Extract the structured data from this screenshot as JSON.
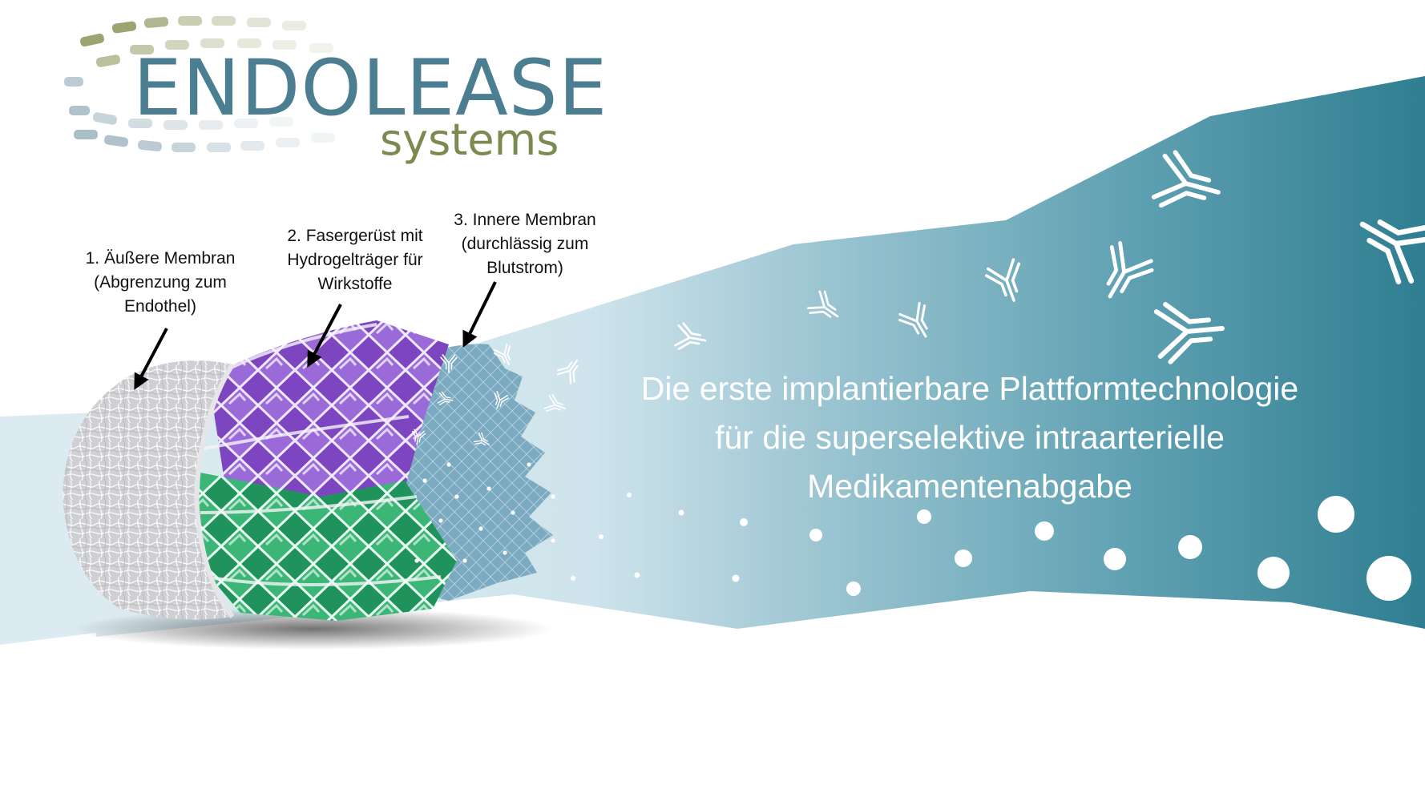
{
  "logo": {
    "name": "ENDOLEASE",
    "tagline": "systems"
  },
  "annotations": [
    {
      "lines": [
        "1. Äußere Membran",
        "(Abgrenzung zum",
        "Endothel)"
      ]
    },
    {
      "lines": [
        "2. Fasergerüst mit",
        "Hydrogelträger für",
        "Wirkstoffe"
      ]
    },
    {
      "lines": [
        "3. Innere Membran",
        "(durchlässig zum",
        "Blutstrom)"
      ]
    }
  ],
  "headline": {
    "lines": [
      "Die erste implantierbare Plattformtechnologie",
      "für die superselektive intraarterielle",
      "Medikamentenabgabe"
    ]
  },
  "colors": {
    "logo_blue": "#4c7e92",
    "logo_olive": "#7b8a4f",
    "band_light": "#dcebf1",
    "band_dark": "#2f7e91",
    "membrane_purple": "#8a55c8",
    "membrane_green": "#2da56a"
  },
  "icons": [
    "logo-swoosh-icon",
    "antibody-icon",
    "particle-icon",
    "arrow-icon",
    "implant-icon"
  ]
}
